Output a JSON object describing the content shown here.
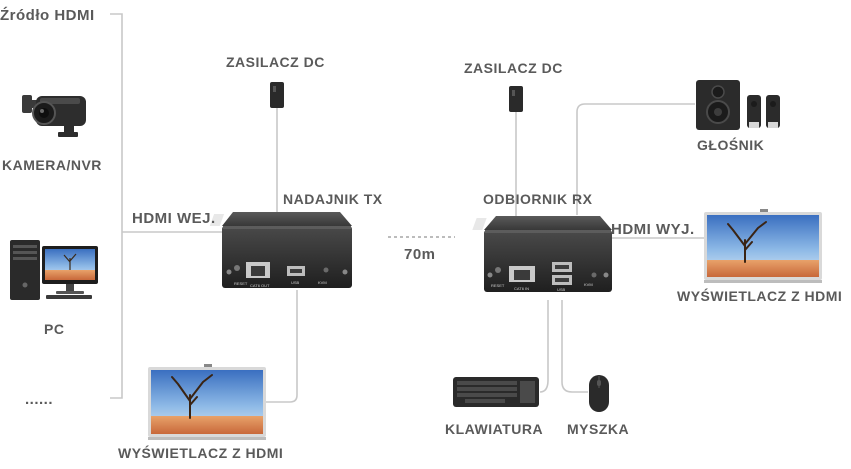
{
  "source": {
    "title": "Źródło HDMI",
    "camera_label": "KAMERA/NVR",
    "pc_label": "PC",
    "more_label": "......"
  },
  "input_label": "HDMI WEJ.",
  "transmitter": {
    "label": "NADAJNIK TX",
    "power_label": "ZASILACZ DC",
    "port_labels": [
      "RESET",
      "CAT6 OUT",
      "USB",
      "KVM"
    ]
  },
  "link": {
    "distance": "70m"
  },
  "receiver": {
    "label": "ODBIORNIK RX",
    "power_label": "ZASILACZ DC",
    "port_labels": [
      "RESET",
      "CAT6 IN",
      "USB",
      "KVM"
    ]
  },
  "output_label": "HDMI WYJ.",
  "speaker_label": "GŁOŚNIK",
  "display_rx_label": "WYŚWIETLACZ Z HDMI",
  "display_tx_label": "WYŚWIETLACZ Z HDMI",
  "keyboard_label": "KLAWIATURA",
  "mouse_label": "MYSZKA",
  "colors": {
    "line": "#c8c8c8",
    "label": "#5a5a5a",
    "link": "#5fd3e8",
    "device": "#2b2b2b"
  }
}
